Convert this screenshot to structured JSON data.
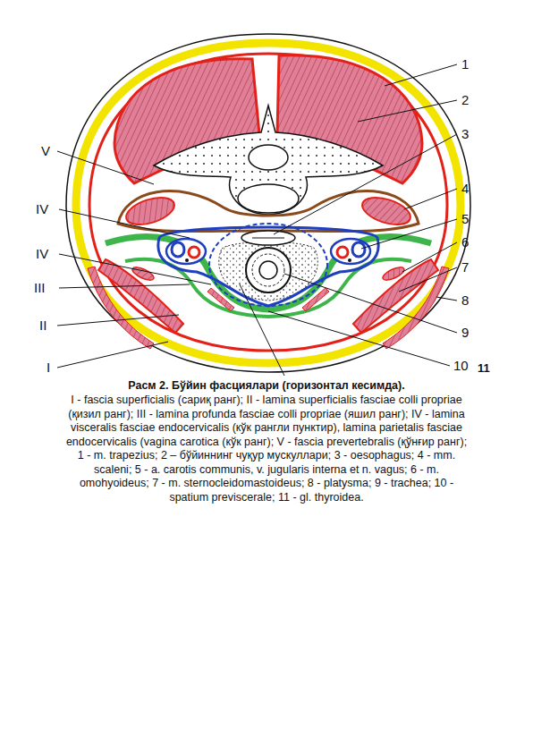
{
  "diagram": {
    "title": "Расм 2. Бўйин фасциялари (горизонтал кесимда).",
    "caption": "I - fascia superficialis (сариқ ранг); II - lamina superficialis fasciae colli propriae (қизил ранг); III - lamina profunda fasciae colli propriae (яшил ранг); IV - lamina visceralis fasciae endocervicalis (кўк рангли пунктир), lamina parietalis fasciae endocervicalis (vagina carotica (кўк ранг); V - fascia prevertebralis (қўнғир ранг); 1 - m. trapezius; 2 – бўйиннинг чуқур мускуллари; 3 - oesophagus; 4 - mm. scaleni; 5 - a. carotis communis, v. jugularis interna et n. vagus; 6 - m. omohyoideus; 7 - m. sternocleidomastoideus; 8 - platysma; 9 - trachea; 10 - spatium previscerale; 11 - gl. thyroidea.",
    "labels": [
      "1",
      "2",
      "3",
      "4",
      "5",
      "6",
      "7",
      "8",
      "9",
      "10",
      "11",
      "V",
      "IV",
      "IV",
      "III",
      "II",
      "I"
    ]
  }
}
